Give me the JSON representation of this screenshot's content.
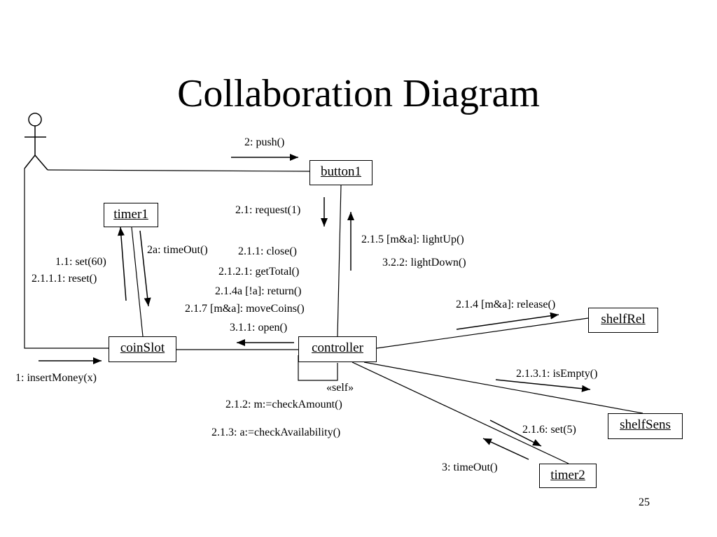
{
  "slide": {
    "title": "Collaboration Diagram",
    "page_number": "25"
  },
  "objects": {
    "button1": "button1",
    "timer1": "timer1",
    "coinSlot": "coinSlot",
    "controller": "controller",
    "shelfRel": "shelfRel",
    "shelfSens": "shelfSens",
    "timer2": "timer2"
  },
  "messages": {
    "push": "2: push()",
    "request": "2.1: request(1)",
    "lightUp": "2.1.5 [m&a]: lightUp()",
    "lightDown": "3.2.2: lightDown()",
    "timeout_2a": "2a: timeOut()",
    "set60": "1.1: set(60)",
    "reset": "2.1.1.1: reset()",
    "close": "2.1.1: close()",
    "getTotal": "2.1.2.1: getTotal()",
    "return": "2.1.4a [!a]: return()",
    "moveCoins": "2.1.7 [m&a]: moveCoins()",
    "open": "3.1.1: open()",
    "release": "2.1.4 [m&a]: release()",
    "isEmpty": "2.1.3.1: isEmpty()",
    "insertMoney": "1: insertMoney(x)",
    "self": "«self»",
    "checkAmount": "2.1.2: m:=checkAmount()",
    "checkAvailability": "2.1.3: a:=checkAvailability()",
    "set5": "2.1.6: set(5)",
    "timeout3": "3: timeOut()"
  },
  "colors": {
    "ink": "#000000",
    "background": "#ffffff"
  }
}
